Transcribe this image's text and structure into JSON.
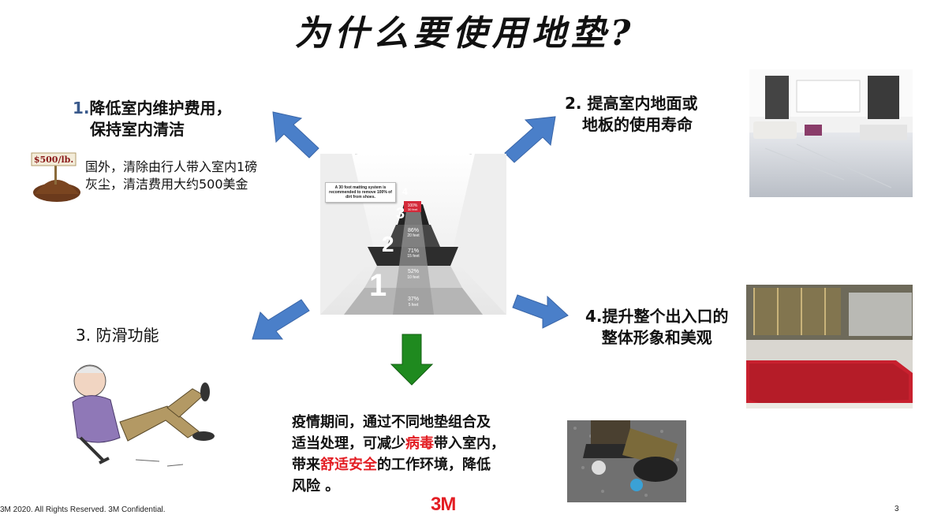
{
  "title": "为什么要使用地垫?",
  "point1": {
    "num": "1.",
    "line1": "降低室内维护费用，",
    "line2": "保持室内清洁"
  },
  "point1_detail": {
    "line1": "国外，清除由行人带入室内1磅",
    "line2": "灰尘，清洁费用大约500美金",
    "tag": "$500/lb."
  },
  "point2": {
    "line1": "2. 提高室内地面或",
    "line2": "地板的使用寿命"
  },
  "point3": {
    "label": "3. 防滑功能"
  },
  "point4": {
    "line1": "4.提升整个出入口的",
    "line2": "整体形象和美观"
  },
  "center_graphic": {
    "callout": "A 30 foot matting system is recommended to remove 100% of dirt from shoes.",
    "steps": [
      {
        "num": "1",
        "pct": "37%",
        "ft": "5 feet"
      },
      {
        "num": "1",
        "pct": "52%",
        "ft": "10 feet"
      },
      {
        "num": "2",
        "pct": "71%",
        "ft": "15 feet"
      },
      {
        "num": "3",
        "pct": "86%",
        "ft": "20 feet"
      },
      {
        "num": "4",
        "pct": "100%",
        "ft": "30 feet"
      }
    ]
  },
  "bottom": {
    "l1": "疫情期间，通过不同地垫组合及",
    "l2a": "适当处理，可减少",
    "l2b": "病毒",
    "l2c": "带入室内，",
    "l3a": "带来",
    "l3b": "舒适安全",
    "l3c": "的工作环境，降低",
    "l4": "风险 。"
  },
  "footer": {
    "copyright": "3M 2020. All Rights Reserved. 3M Confidential.",
    "logo": "3M",
    "page": "3"
  },
  "colors": {
    "arrow_blue": "#4a7fc9",
    "arrow_green": "#1f8a1f",
    "accent_red": "#e31e24",
    "mat_red": "#c8202e"
  }
}
